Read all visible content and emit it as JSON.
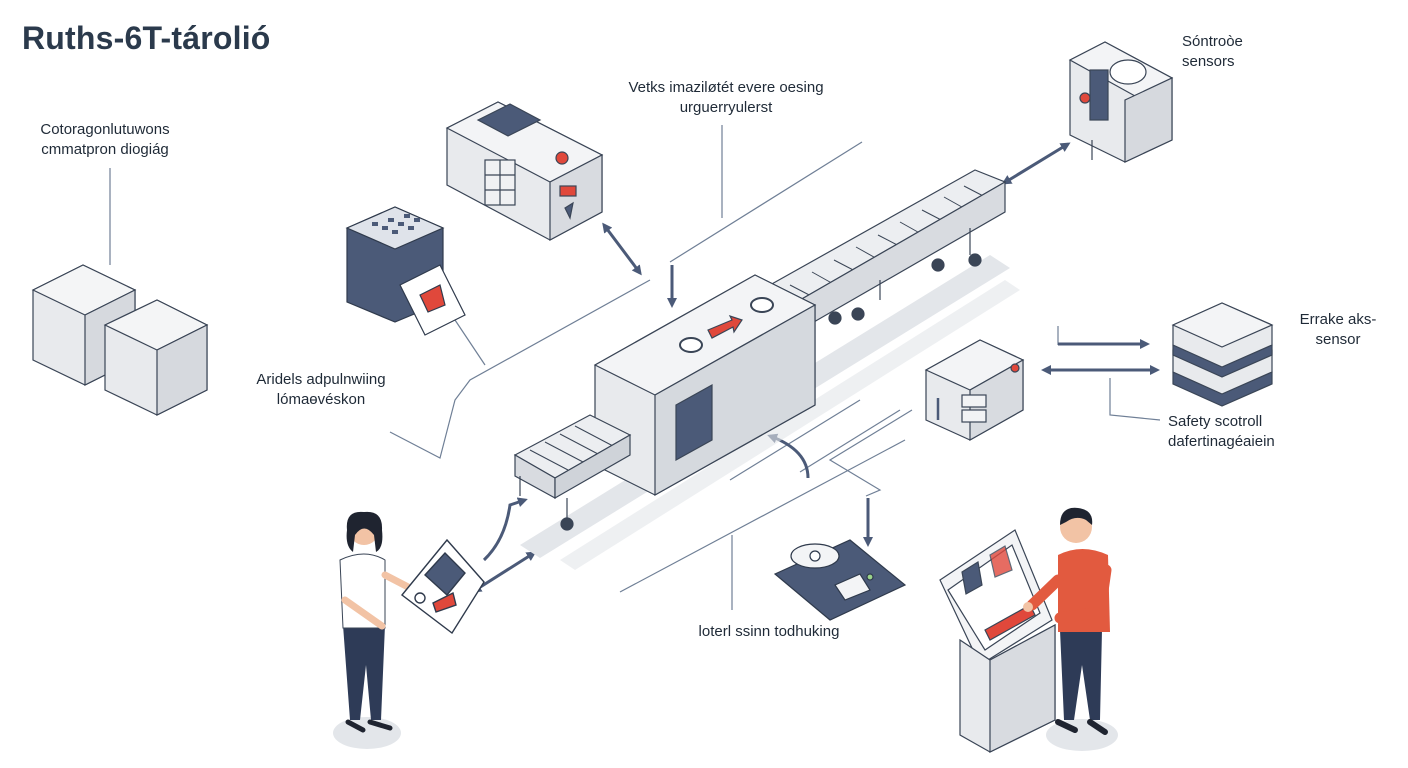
{
  "title": "Ruths-6T-tárolió",
  "labels": {
    "storage": [
      "Cotoragonlutuwons",
      "cmmatpron diogiág"
    ],
    "top_center": [
      "Vetks imaziløtét evere oesing",
      "urguerryulerst"
    ],
    "top_right": [
      "Sóntroòe",
      "sensors"
    ],
    "left_mid": [
      "Aridels adpulnwiing",
      "lómaɵvéskon"
    ],
    "right_mid": [
      "Errake aks-",
      "sensor"
    ],
    "safety": [
      "Safety scotroll",
      "dafertinagéaiein"
    ],
    "bottom_center": [
      "loterl ssinn todhuking"
    ]
  },
  "colors": {
    "accent": "#e0483b",
    "navy": "#4b5a78",
    "line": "#5a6b84",
    "box": "#e7e9ec"
  }
}
